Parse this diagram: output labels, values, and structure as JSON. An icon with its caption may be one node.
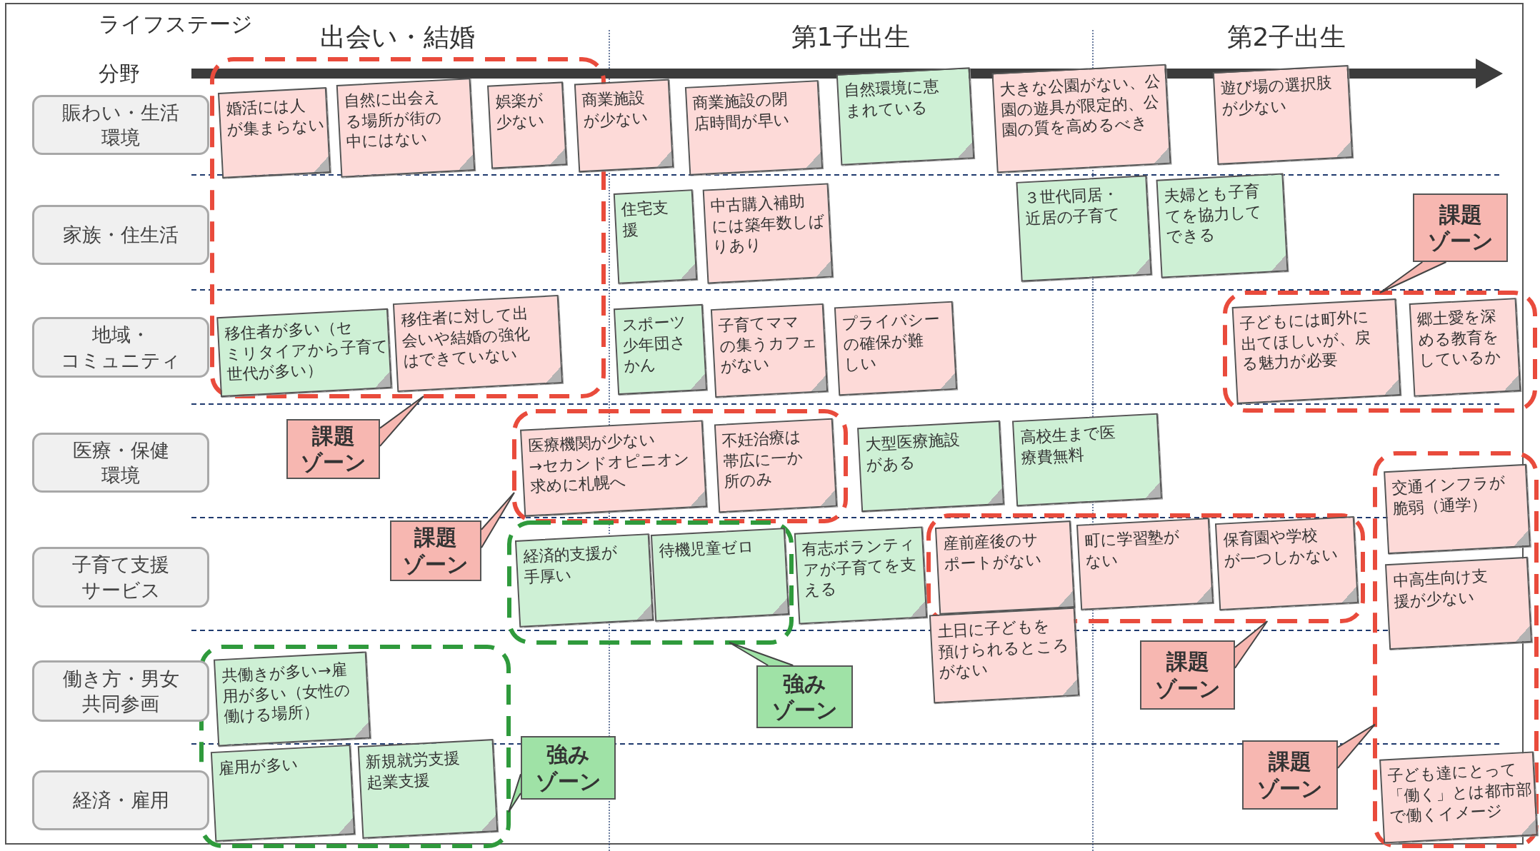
{
  "diagram": {
    "nodes": [
      {
        "text": [
          "賑わい・生活環境"
        ]
      },
      {
        "text": [
          "家族・住生活"
        ]
      },
      {
        "text": [
          "地域・コミュニティ"
        ]
      },
      {
        "text": [
          "医療・保健環境"
        ]
      },
      {
        "text": [
          "子育て支援サービス"
        ]
      },
      {
        "text": [
          "働き方・男女共同参画"
        ]
      },
      {
        "text": [
          "経済・雇用"
        ]
      },
      {
        "text": [],
        "shape": "box"
      },
      {
        "text": [
          "婚活には人が集まらない"
        ],
        "in": 7
      },
      {
        "text": [
          "自然に出会える場所が街の中にはない"
        ],
        "in": 7
      },
      {
        "text": [
          "娯楽が少ない"
        ],
        "in": 7
      },
      {
        "text": [
          "商業施設が少ない"
        ]
      },
      {
        "text": [
          "商業施設の閉店時間が早い"
        ]
      },
      {
        "text": [
          "自然環境に恵まれている"
        ]
      },
      {
        "text": [
          "大きな公園がない、公園の遊具が限定的、公園の質を高めるべき"
        ]
      },
      {
        "text": [
          "遊び場の選択肢が少ない"
        ]
      },
      {
        "text": [
          "住宅支援"
        ]
      },
      {
        "text": [
          "中古購入補助には築年数しばりあり"
        ]
      },
      {
        "text": [
          "３世代同居・近居の子育て"
        ]
      },
      {
        "text": [
          "夫婦とも子育てを協力してできる"
        ]
      },
      {
        "text": [
          "課題ゾーン"
        ]
      },
      {
        "text": [
          "移住者が多い（セミリタイアから子育て世代が多い）"
        ],
        "in": 7
      },
      {
        "text": [
          "移住者に対して出会いや結婚の強化はできていない"
        ],
        "in": 7
      },
      {
        "text": [
          "スポーツ少年団さかん"
        ]
      },
      {
        "text": [
          "子育てママの集うカフェがない"
        ]
      },
      {
        "text": [
          "プライバシーの確保が難しい"
        ]
      },
      {
        "text": [],
        "shape": "box"
      },
      {
        "text": [
          "子どもには町外に出てほしいが、戻る魅力が必要"
        ],
        "in": 26
      },
      {
        "text": [
          "郷土愛を深める教育をしているか"
        ],
        "in": 26
      },
      {
        "text": [
          "課題ゾーン"
        ]
      },
      {
        "text": [],
        "shape": "box"
      },
      {
        "text": [
          "医療機関が少ない→セカンドオピニオン求めに札幌へ"
        ],
        "in": 30
      },
      {
        "text": [
          "不妊治療は帯広に一か所のみ"
        ],
        "in": 30
      },
      {
        "text": [
          "大型医療施設がある"
        ]
      },
      {
        "text": [
          "高校生まで医療費無料"
        ]
      },
      {
        "text": [],
        "shape": "box"
      },
      {
        "text": [
          "交通インフラが脆弱（通学）"
        ],
        "in": 35
      },
      {
        "text": [
          "課題ゾーン"
        ]
      },
      {
        "text": [],
        "shape": "box"
      },
      {
        "text": [
          "経済的支援が手厚い"
        ],
        "in": 38
      },
      {
        "text": [
          "待機児童ゼロ"
        ],
        "in": 38
      },
      {
        "text": [
          "有志ボランティアが子育てを支える"
        ]
      },
      {
        "text": [],
        "shape": "box"
      },
      {
        "text": [
          "産前産後のサポートがない"
        ],
        "in": 42
      },
      {
        "text": [
          "町に学習塾がない"
        ],
        "in": 42
      },
      {
        "text": [
          "保育園や学校が一つしかない"
        ],
        "in": 42
      },
      {
        "text": [
          "中高生向け支援が少ない"
        ],
        "in": 35
      },
      {
        "text": [
          "土日に子どもを預けられるところがない"
        ]
      },
      {
        "text": [
          "課題ゾーン"
        ]
      },
      {
        "text": [
          "強みゾーン"
        ]
      },
      {
        "text": [],
        "shape": "box"
      },
      {
        "text": [
          "共働きが多い→雇用が多い（女性の働ける場所）"
        ],
        "in": 50
      },
      {
        "text": [
          "雇用が多い"
        ],
        "in": 50
      },
      {
        "text": [
          "新規就労支援起業支援"
        ],
        "in": 50
      },
      {
        "text": [
          "強みゾーン"
        ]
      },
      {
        "text": [
          "課題ゾーン"
        ]
      },
      {
        "text": [
          "子ども達にとって「働く」とは都市部で働くイメージ"
        ],
        "in": 35
      }
    ],
    "edges": [
      {
        "from": 20,
        "to": 26,
        "arrow": "none"
      },
      {
        "from": 29,
        "to": 7,
        "arrow": "none"
      },
      {
        "from": 37,
        "to": 30,
        "arrow": "none"
      },
      {
        "from": 49,
        "to": 38,
        "arrow": "none"
      },
      {
        "from": 48,
        "to": 42,
        "arrow": "none"
      },
      {
        "from": 55,
        "to": 35,
        "arrow": "none"
      },
      {
        "from": 54,
        "to": 50,
        "arrow": "none"
      }
    ],
    "labels": [
      "ライフステージ",
      "出会い・結婚",
      "第1子出生",
      "第2子出生",
      "分野"
    ]
  }
}
